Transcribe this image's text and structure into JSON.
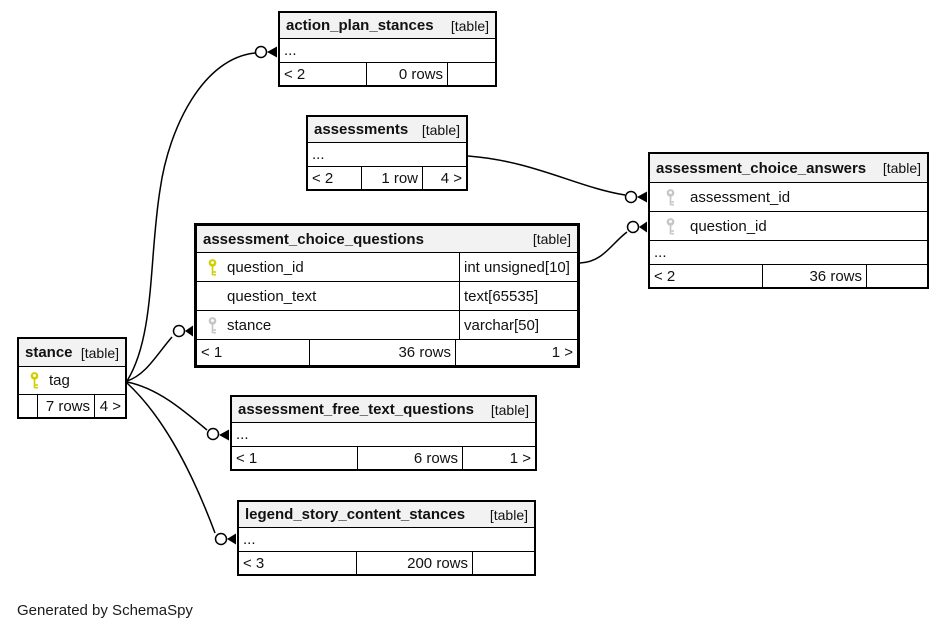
{
  "diagram": {
    "generator_note": "Generated by SchemaSpy"
  },
  "colors": {
    "pk_key": "#d0d000",
    "fk_key": "#c6c6c6",
    "header_bg": "#f2f2f2",
    "line": "#000000"
  },
  "tables": [
    {
      "name": "action_plan_stances",
      "kind": "[table]",
      "emphasized": false,
      "columns": [
        {
          "icon": "none",
          "name": "...",
          "type": ""
        }
      ],
      "footer": {
        "left": "< 2",
        "center": "0 rows",
        "right": ""
      }
    },
    {
      "name": "assessments",
      "kind": "[table]",
      "emphasized": false,
      "columns": [
        {
          "icon": "none",
          "name": "...",
          "type": ""
        }
      ],
      "footer": {
        "left": "< 2",
        "center": "1 row",
        "right": "4 >"
      }
    },
    {
      "name": "assessment_choice_answers",
      "kind": "[table]",
      "emphasized": false,
      "columns": [
        {
          "icon": "fk-key",
          "name": "assessment_id",
          "type": ""
        },
        {
          "icon": "fk-key",
          "name": "question_id",
          "type": ""
        },
        {
          "icon": "none",
          "name": "...",
          "type": ""
        }
      ],
      "footer": {
        "left": "< 2",
        "center": "36 rows",
        "right": ""
      }
    },
    {
      "name": "assessment_choice_questions",
      "kind": "[table]",
      "emphasized": true,
      "columns": [
        {
          "icon": "pk-key",
          "name": "question_id",
          "type": "int unsigned[10]"
        },
        {
          "icon": "none",
          "name": "question_text",
          "type": "text[65535]"
        },
        {
          "icon": "fk-key",
          "name": "stance",
          "type": "varchar[50]"
        }
      ],
      "footer": {
        "left": "< 1",
        "center": "36 rows",
        "right": "1 >"
      }
    },
    {
      "name": "stance",
      "kind": "[table]",
      "emphasized": false,
      "columns": [
        {
          "icon": "pk-key",
          "name": "tag",
          "type": ""
        }
      ],
      "footer": {
        "left": "",
        "center": "7 rows",
        "right": "4 >"
      }
    },
    {
      "name": "assessment_free_text_questions",
      "kind": "[table]",
      "emphasized": false,
      "columns": [
        {
          "icon": "none",
          "name": "...",
          "type": ""
        }
      ],
      "footer": {
        "left": "< 1",
        "center": "6 rows",
        "right": "1 >"
      }
    },
    {
      "name": "legend_story_content_stances",
      "kind": "[table]",
      "emphasized": false,
      "columns": [
        {
          "icon": "none",
          "name": "...",
          "type": ""
        }
      ],
      "footer": {
        "left": "< 3",
        "center": "200 rows",
        "right": ""
      }
    }
  ],
  "edges": [
    {
      "from": "stance.tag",
      "to": "action_plan_stances"
    },
    {
      "from": "stance.tag",
      "to": "assessment_choice_questions.stance"
    },
    {
      "from": "stance.tag",
      "to": "assessment_free_text_questions"
    },
    {
      "from": "stance.tag",
      "to": "legend_story_content_stances"
    },
    {
      "from": "assessments",
      "to": "assessment_choice_answers.assessment_id"
    },
    {
      "from": "assessment_choice_questions.question_id",
      "to": "assessment_choice_answers.question_id"
    }
  ]
}
